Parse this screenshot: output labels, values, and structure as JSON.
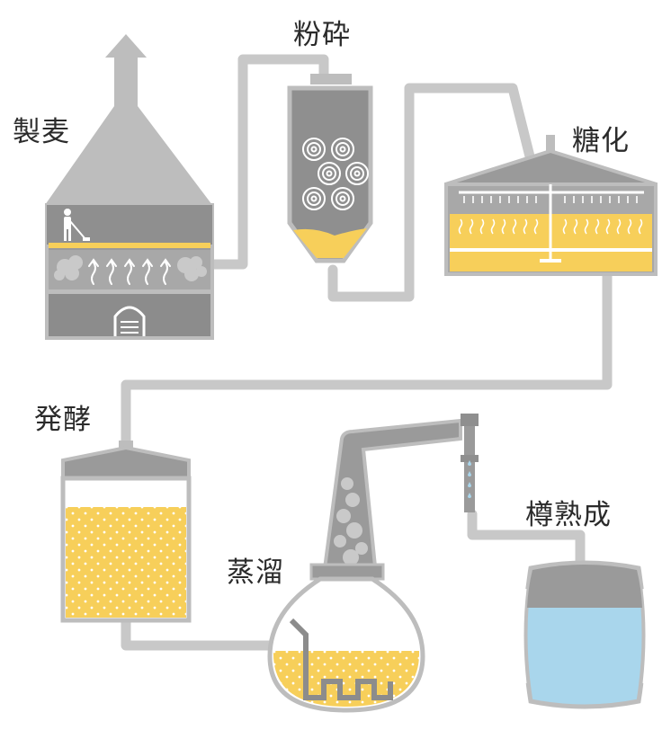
{
  "colors": {
    "pipe": "#c8c8c8",
    "body": "#bdbdbd",
    "dark": "#8c8c8c",
    "mid": "#a6a6a6",
    "liquid": "#f7cf5a",
    "water": "#a9d6ec",
    "outline": "#ffffff"
  },
  "labels": {
    "malting": "製麦",
    "milling": "粉砕",
    "mashing": "糖化",
    "fermentation": "発酵",
    "distillation": "蒸溜",
    "maturation": "樽熟成"
  }
}
